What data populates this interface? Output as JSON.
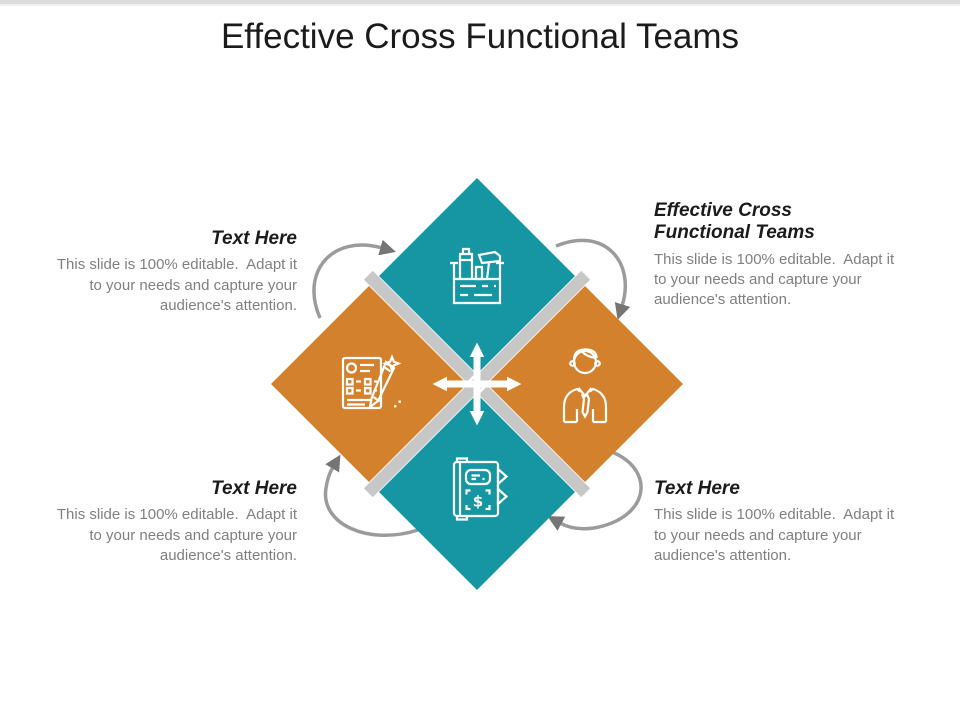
{
  "title": "Effective Cross Functional Teams",
  "blocks": {
    "top_left": {
      "heading": "Text Here",
      "body": "This slide is 100% editable.  Adapt it to your needs and capture your audience's attention."
    },
    "top_right": {
      "heading": "Effective Cross Functional Teams",
      "body": "This slide is 100% editable.  Adapt it to your needs and capture your audience's attention."
    },
    "bottom_left": {
      "heading": "Text Here",
      "body": "This slide is 100% editable.  Adapt it to your needs and capture your audience's attention."
    },
    "bottom_right": {
      "heading": "Text Here",
      "body": "This slide is 100% editable.  Adapt it to your needs and capture your audience's attention."
    }
  },
  "diagram": {
    "dollar_glyph": "$",
    "diamonds": [
      {
        "position": "top",
        "color_name": "teal",
        "icon": "toolbox-icon"
      },
      {
        "position": "right",
        "color_name": "orange",
        "icon": "businessman-icon"
      },
      {
        "position": "bottom",
        "color_name": "teal",
        "icon": "ledger-dollar-icon"
      },
      {
        "position": "left",
        "color_name": "orange",
        "icon": "checklist-pencil-icon"
      }
    ]
  },
  "colors": {
    "background": "#ffffff",
    "top-bar": "#dcdcdc",
    "teal": "#1696a3",
    "orange": "#d3812d",
    "ribbon-gray": "#c7c7c7",
    "arrow-gray": "#9b9b9b",
    "arrowhead-gray": "#757575",
    "heading-text": "#1b1b1b",
    "body-text": "#7f7f7f",
    "icon-stroke": "#ffffff"
  }
}
